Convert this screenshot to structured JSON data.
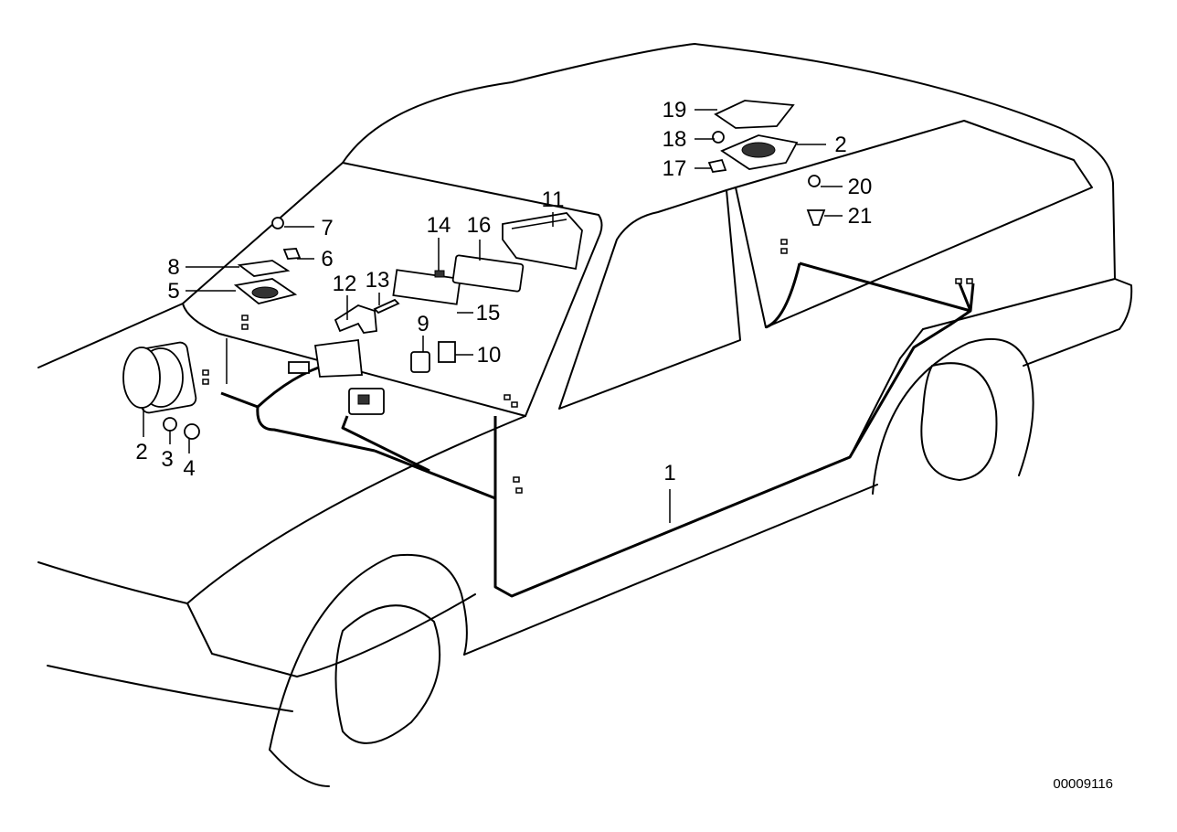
{
  "diagram": {
    "reference_number": "00009116",
    "callouts": [
      {
        "id": "c-1",
        "label": "1"
      },
      {
        "id": "c-2a",
        "label": "2"
      },
      {
        "id": "c-2b",
        "label": "2"
      },
      {
        "id": "c-3",
        "label": "3"
      },
      {
        "id": "c-4",
        "label": "4"
      },
      {
        "id": "c-5",
        "label": "5"
      },
      {
        "id": "c-6",
        "label": "6"
      },
      {
        "id": "c-7",
        "label": "7"
      },
      {
        "id": "c-8",
        "label": "8"
      },
      {
        "id": "c-9",
        "label": "9"
      },
      {
        "id": "c-10",
        "label": "10"
      },
      {
        "id": "c-11",
        "label": "11"
      },
      {
        "id": "c-12",
        "label": "12"
      },
      {
        "id": "c-13",
        "label": "13"
      },
      {
        "id": "c-14",
        "label": "14"
      },
      {
        "id": "c-15",
        "label": "15"
      },
      {
        "id": "c-16",
        "label": "16"
      },
      {
        "id": "c-17",
        "label": "17"
      },
      {
        "id": "c-18",
        "label": "18"
      },
      {
        "id": "c-19",
        "label": "19"
      },
      {
        "id": "c-20",
        "label": "20"
      },
      {
        "id": "c-21",
        "label": "21"
      }
    ]
  }
}
